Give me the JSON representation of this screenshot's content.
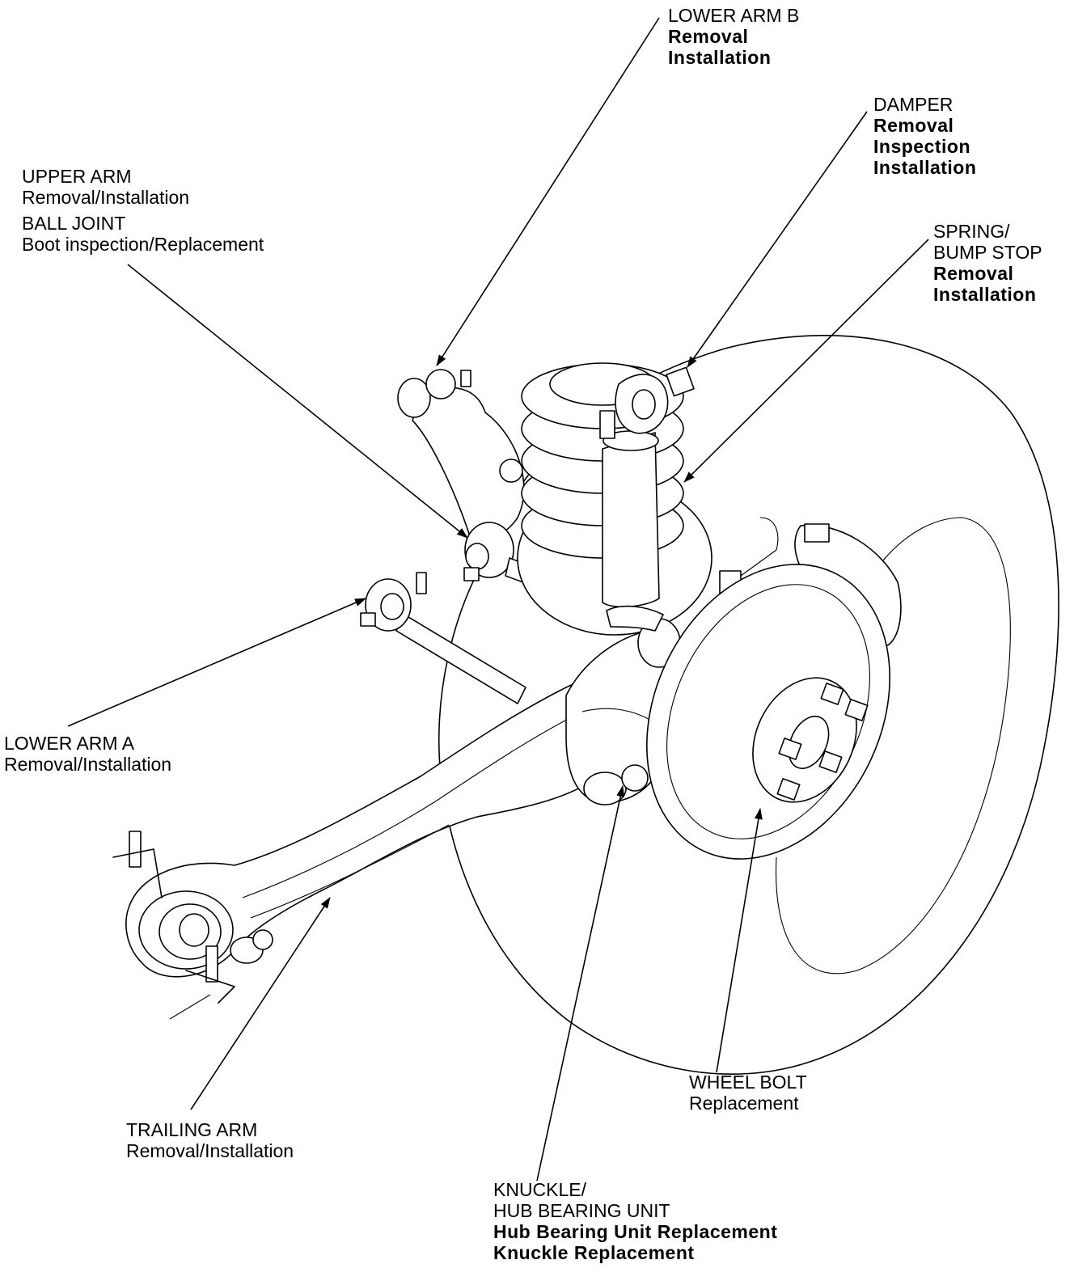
{
  "callouts": {
    "lower_arm_b": {
      "name": "LOWER ARM B",
      "actions": [
        "Removal",
        "Installation"
      ]
    },
    "damper": {
      "name": "DAMPER",
      "actions": [
        "Removal",
        "Inspection",
        "Installation"
      ]
    },
    "upper_arm": {
      "name": "UPPER ARM",
      "action": "Removal/Installation"
    },
    "ball_joint": {
      "name": "BALL JOINT",
      "action": "Boot inspection/Replacement"
    },
    "spring": {
      "name_line1": "SPRING/",
      "name_line2": "BUMP STOP",
      "actions": [
        "Removal",
        "Installation"
      ]
    },
    "lower_arm_a": {
      "name": "LOWER ARM A",
      "action": "Removal/Installation"
    },
    "wheel_bolt": {
      "name": "WHEEL BOLT",
      "action": "Replacement"
    },
    "trailing_arm": {
      "name": "TRAILING ARM",
      "action": "Removal/Installation"
    },
    "knuckle": {
      "name_line1": "KNUCKLE/",
      "name_line2": "HUB BEARING UNIT",
      "actions": [
        "Hub Bearing Unit Replacement",
        "Knuckle Replacement"
      ]
    }
  },
  "colors": {
    "ink": "#000000",
    "paper": "#ffffff"
  }
}
